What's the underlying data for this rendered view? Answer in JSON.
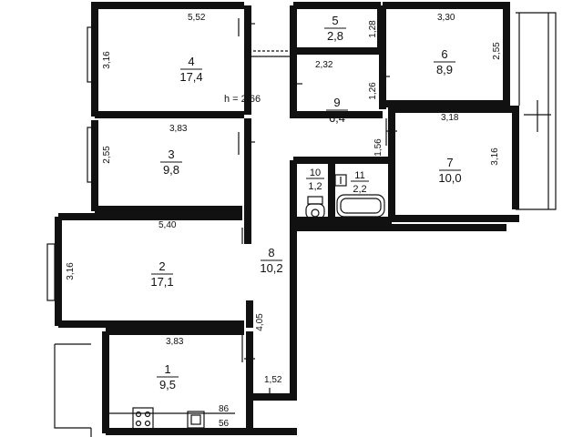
{
  "rooms": [
    {
      "number": "4",
      "area": "17,4"
    },
    {
      "number": "5",
      "area": "2,8"
    },
    {
      "number": "6",
      "area": "8,9"
    },
    {
      "number": "9",
      "area": "6,4"
    },
    {
      "number": "3",
      "area": "9,8"
    },
    {
      "number": "7",
      "area": "10,0"
    },
    {
      "number": "10",
      "area": "1,2"
    },
    {
      "number": "11",
      "area": "2,2"
    },
    {
      "number": "8",
      "area": "10,2"
    },
    {
      "number": "2",
      "area": "17,1"
    },
    {
      "number": "1",
      "area": "9,5"
    }
  ],
  "dimensions": {
    "d_552": "5,52",
    "d_316_r4": "3,16",
    "d_128": "1,28",
    "d_330": "3,30",
    "d_255_r6": "2,55",
    "d_232": "2,32",
    "d_126": "1,26",
    "d_ceiling": "h = 2,66",
    "d_383_r3": "3,83",
    "d_318": "3,18",
    "d_255_r3": "2,55",
    "d_156": "1,56",
    "d_316_r7": "3,16",
    "d_540": "5,40",
    "d_316_r2": "3,16",
    "d_405": "4,05",
    "d_383_r1": "3,83",
    "d_152": "1,52",
    "d_86": "86",
    "d_56": "56"
  }
}
